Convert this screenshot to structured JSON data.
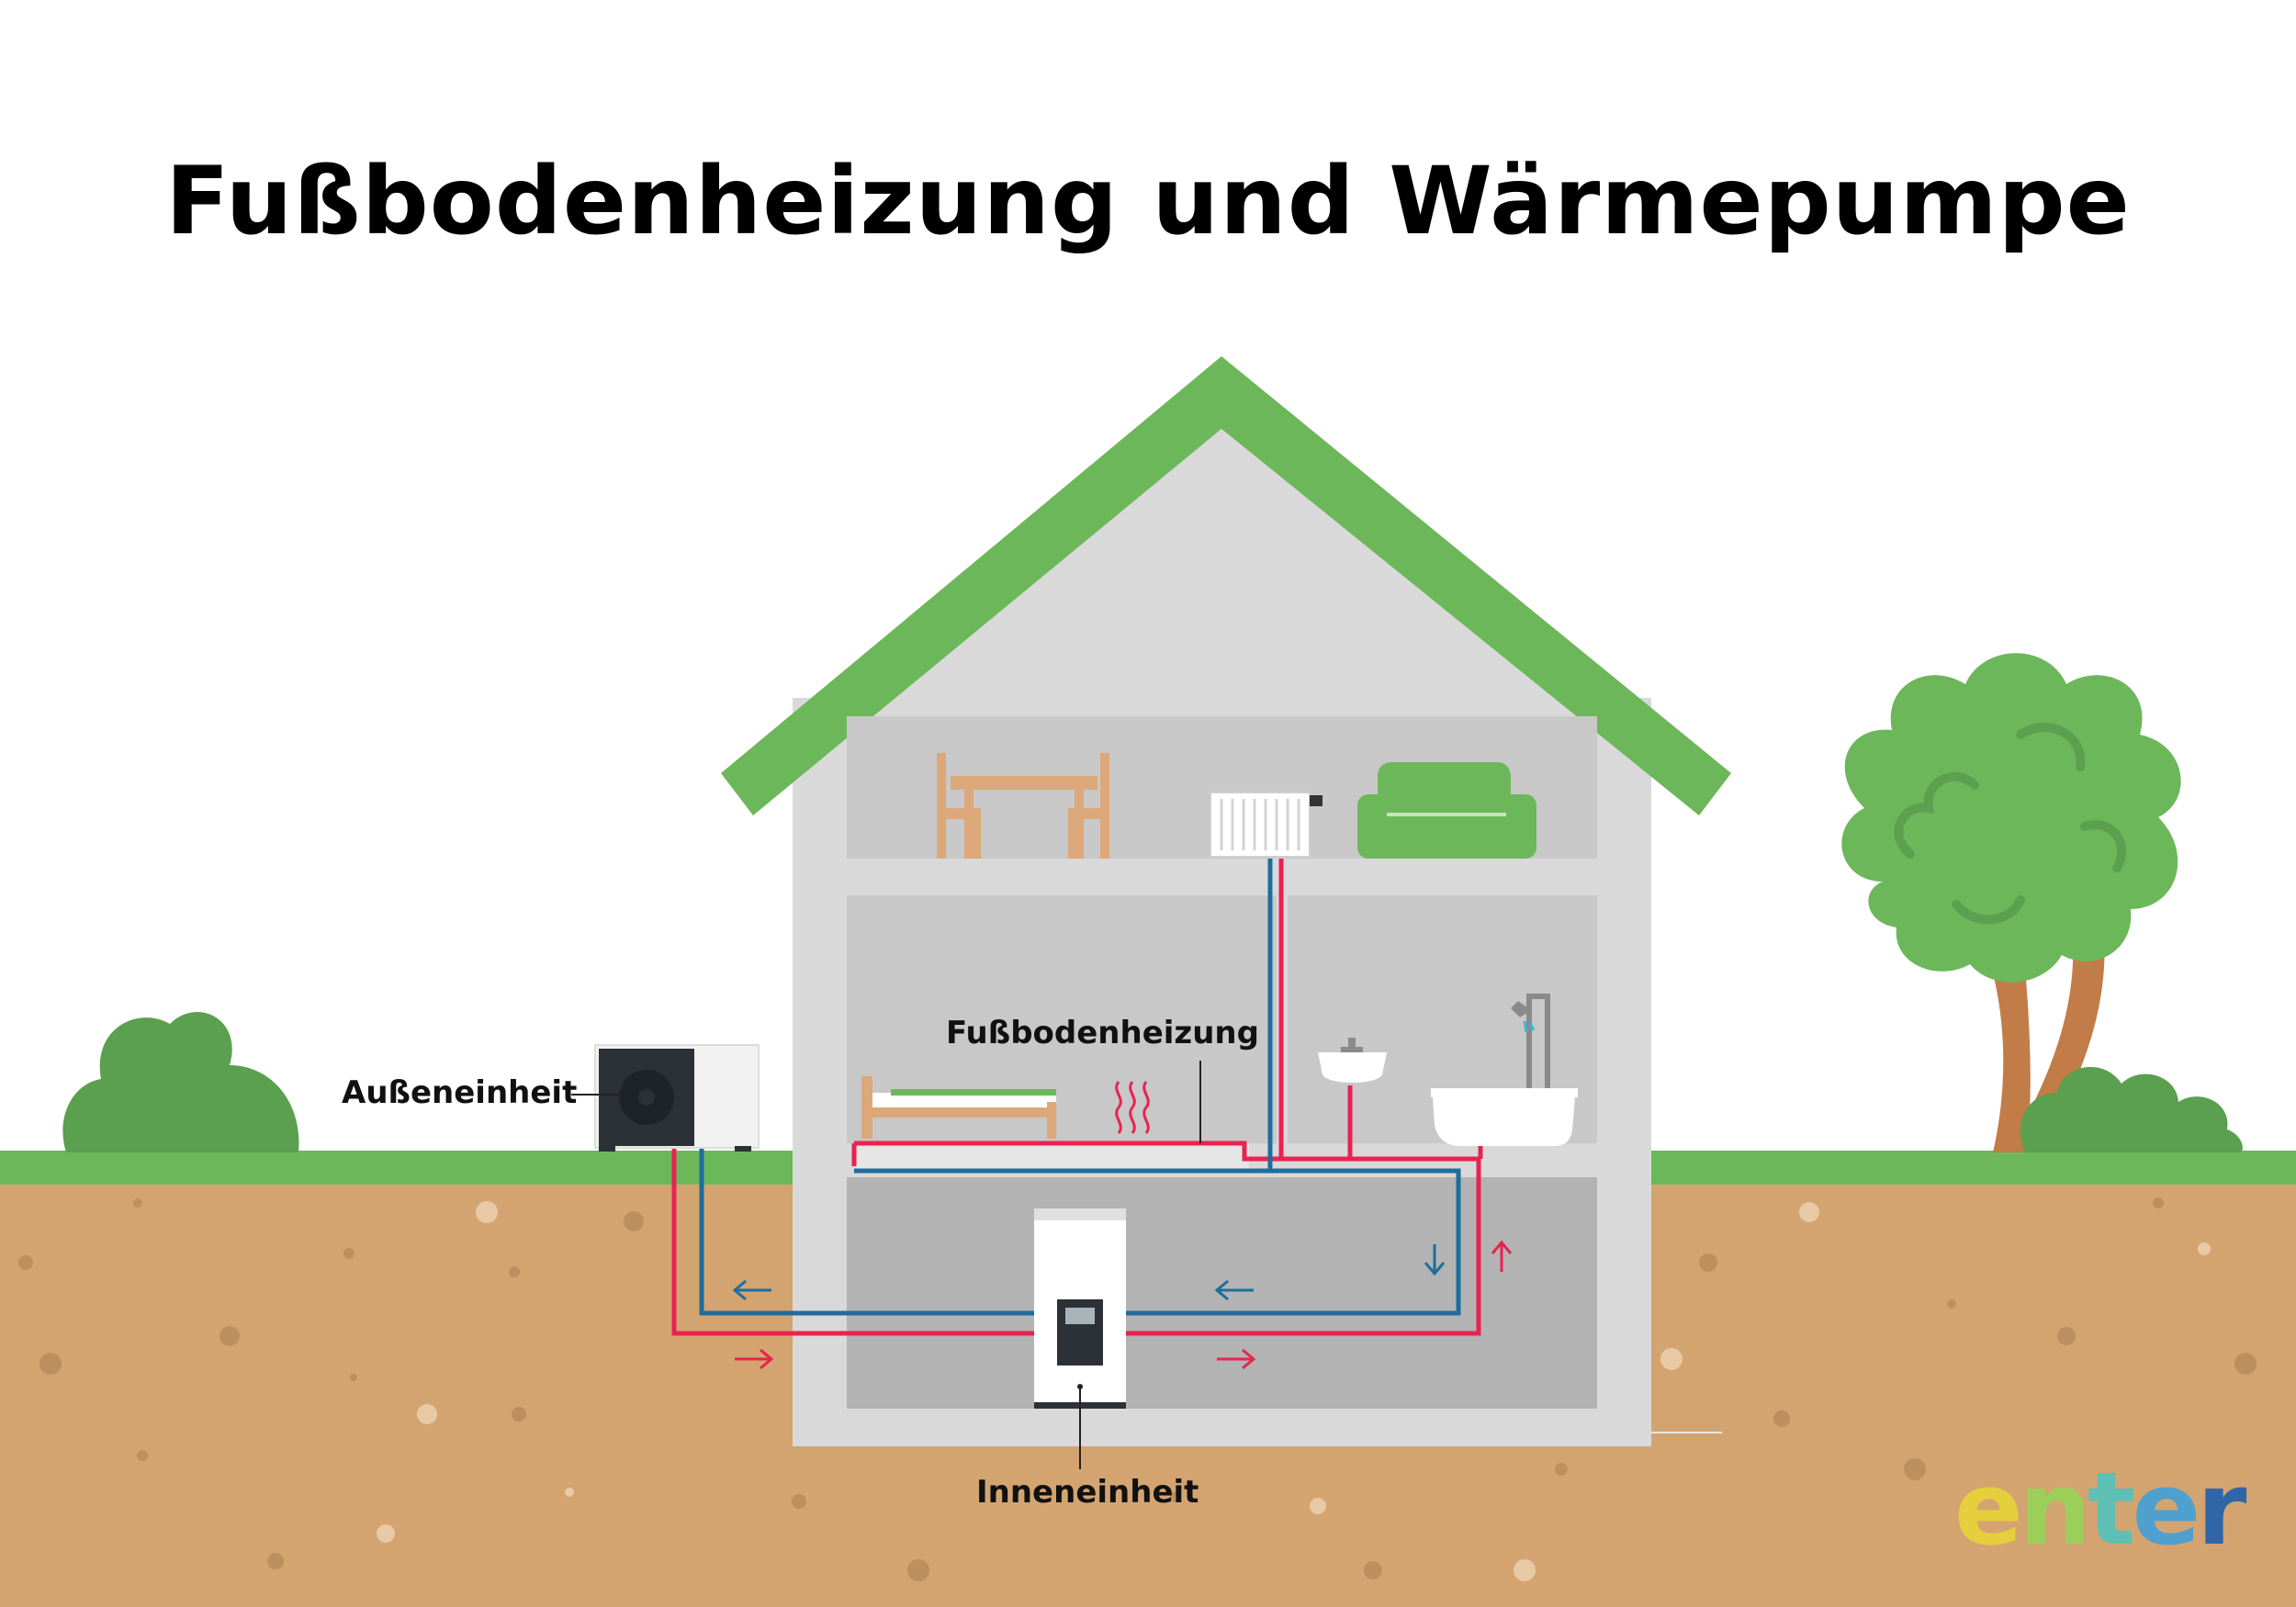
{
  "title": "Fußbodenheizung und Wärmepumpe",
  "labels": {
    "outdoor_unit": "Außeneinheit",
    "floor_heating": "Fußbodenheizung",
    "indoor_unit": "Inneneinheit"
  },
  "logo": {
    "letters": [
      "e",
      "n",
      "t",
      "e",
      "r"
    ],
    "colors": [
      "#e6cf3c",
      "#9ccf5a",
      "#5fbfb4",
      "#4fa0cf",
      "#2f66a8"
    ]
  },
  "colors": {
    "roof": "#6db75b",
    "house": "#d9d9d9",
    "rooms": "#c8c8c8",
    "basement": "#b3b3b3",
    "grass": "#6db75b",
    "soil": "#d4a470",
    "hot_pipe": "#e8234f",
    "cold_pipe": "#1f6d9c",
    "tree_trunk": "#c27c47",
    "tree_leaves": "#6db75b"
  },
  "icons": [
    "outdoor-unit-icon",
    "indoor-unit-icon",
    "radiator-icon",
    "table-icon",
    "chair-icon",
    "sofa-icon",
    "bed-icon",
    "sink-icon",
    "shower-icon",
    "bathtub-icon",
    "tree-icon",
    "bush-icon",
    "heat-waves-icon",
    "arrow-icon"
  ]
}
